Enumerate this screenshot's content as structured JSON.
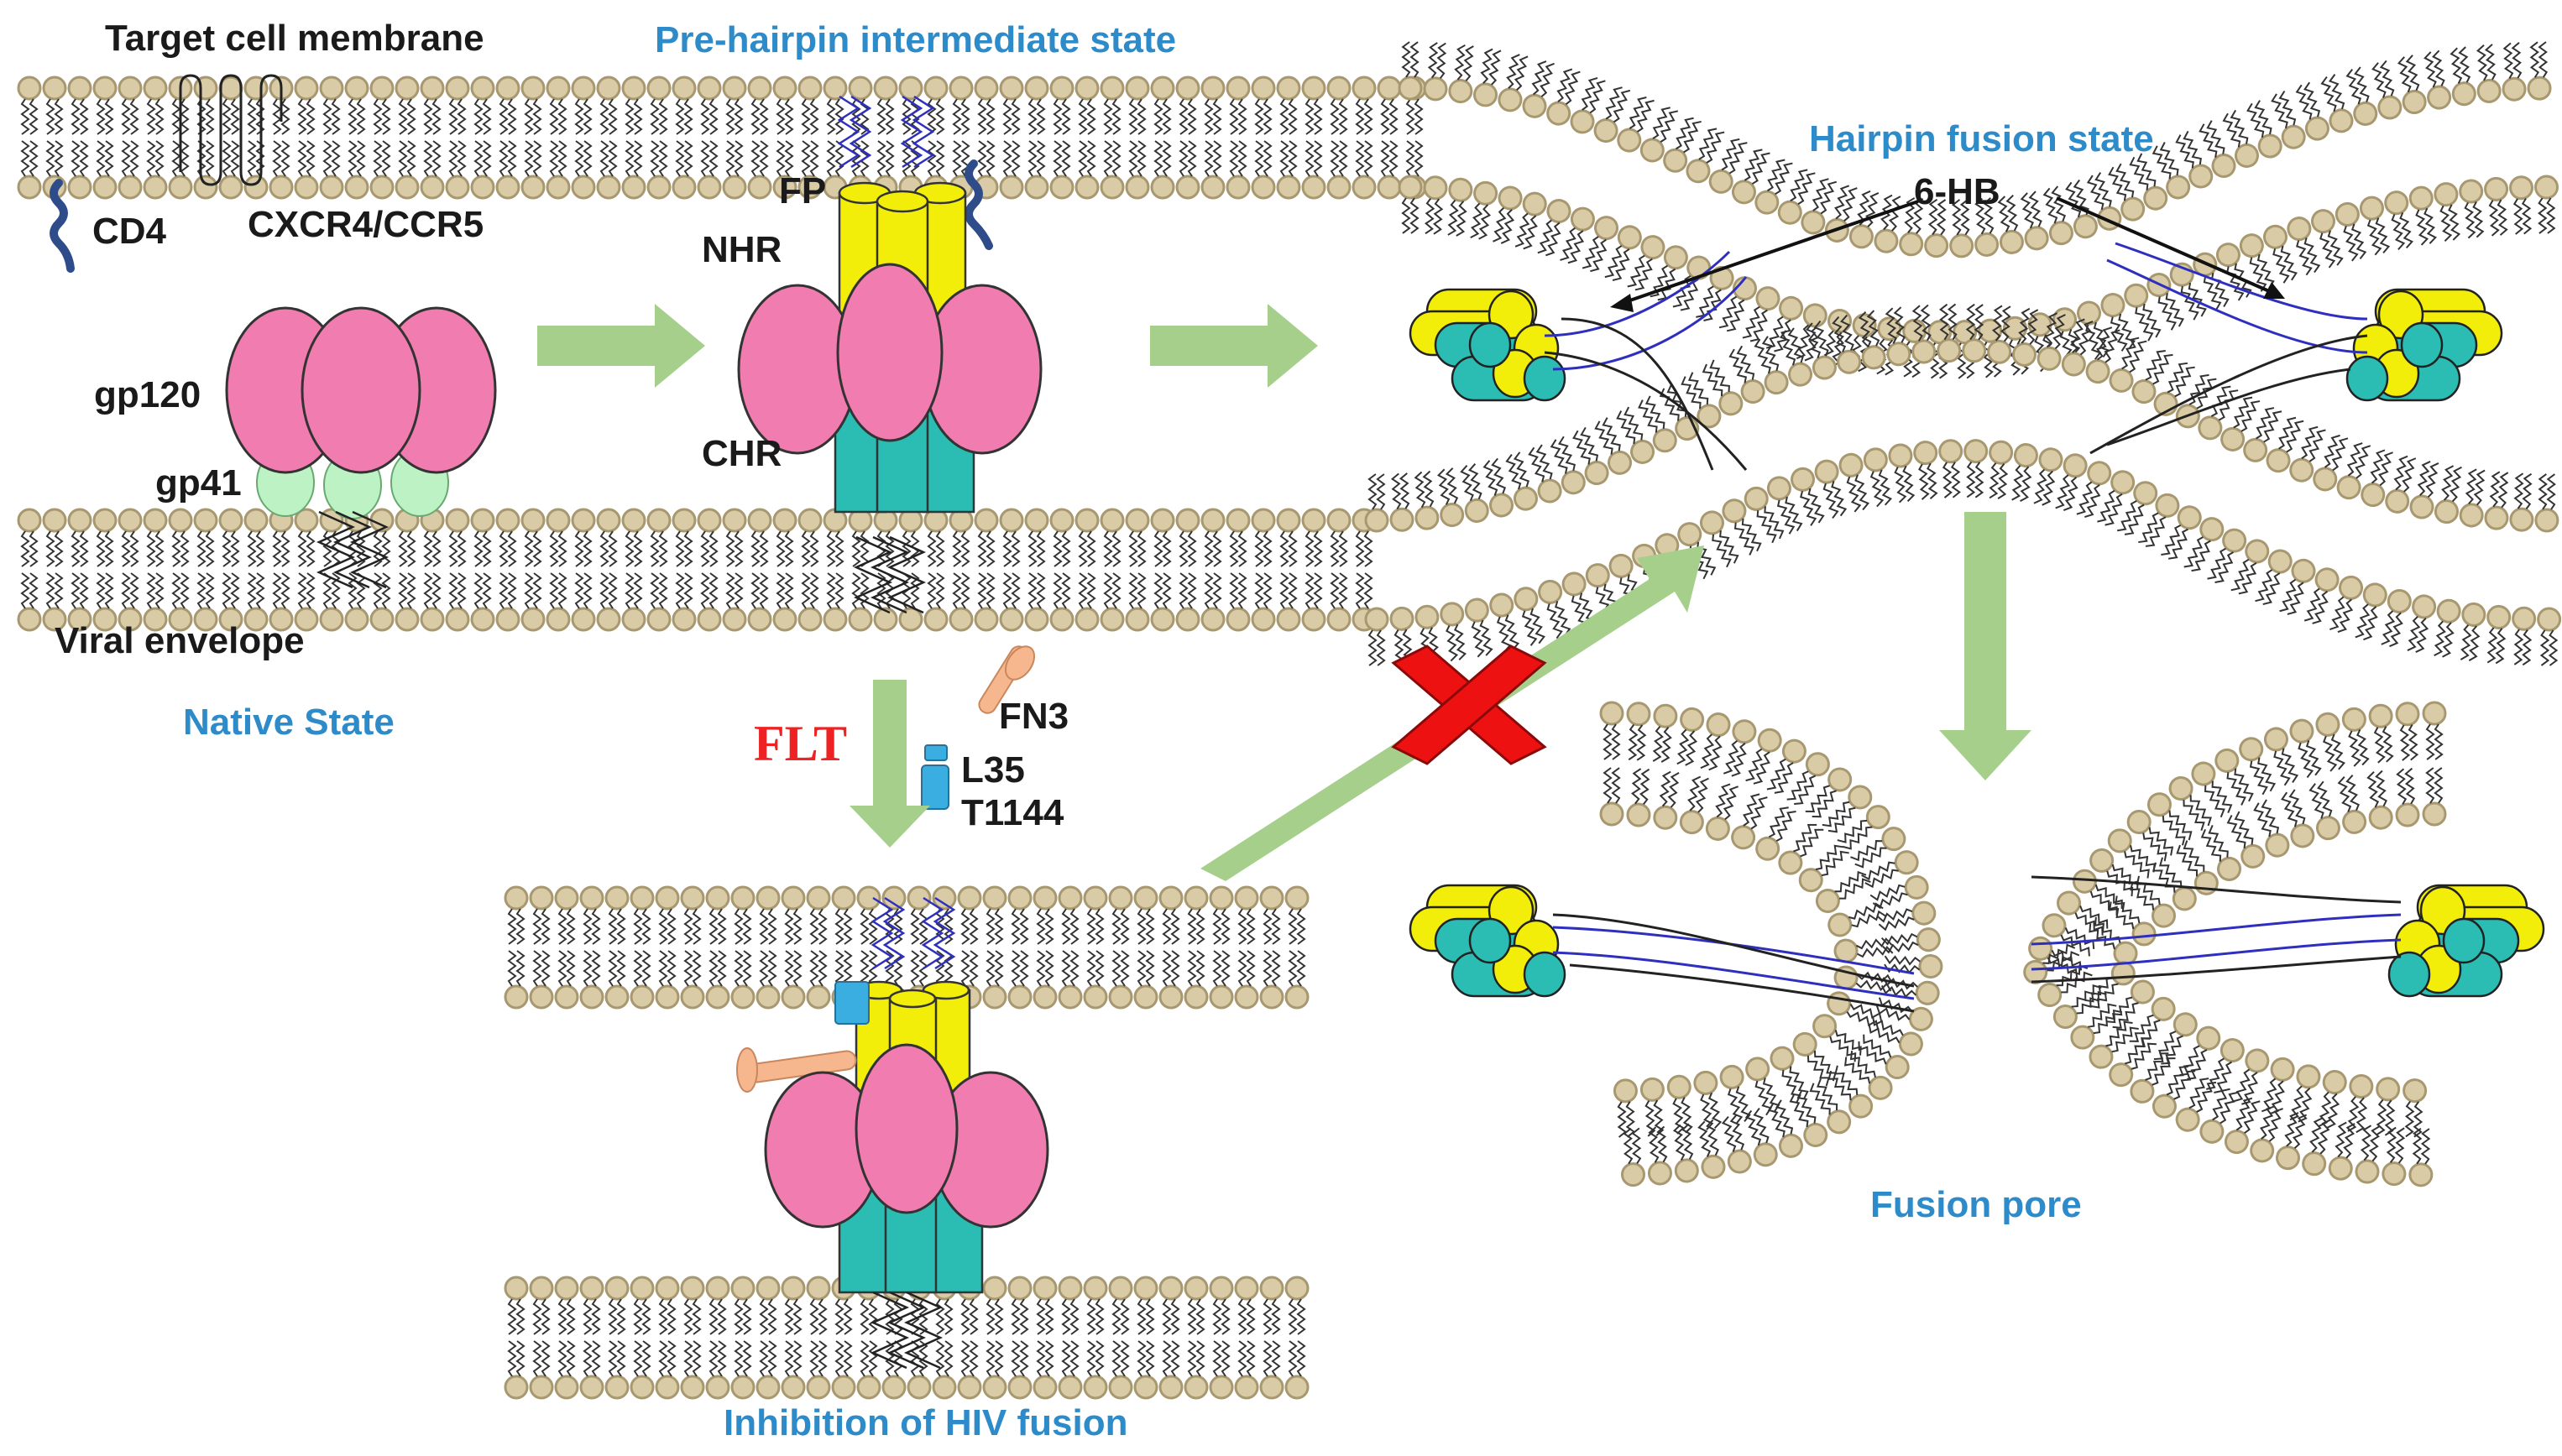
{
  "labels": {
    "target_membrane": "Target cell membrane",
    "cd4": "CD4",
    "coreceptor": "CXCR4/CCR5",
    "gp120": "gp120",
    "gp41": "gp41",
    "viral_envelope": "Viral envelope",
    "native_state": "Native State",
    "prehairpin_state": "Pre-hairpin intermediate state",
    "fp": "FP",
    "nhr": "NHR",
    "chr": "CHR",
    "hairpin_state": "Hairpin fusion state",
    "six_hb": "6-HB",
    "flt": "FLT",
    "fn3": "FN3",
    "l35": "L35",
    "t1144": "T1144",
    "inhibition": "Inhibition of HIV fusion",
    "fusion_pore": "Fusion pore"
  },
  "colors": {
    "lipid_head": "#d9cba6",
    "lipid_head_edge": "#a89870",
    "gp120": "#f07cb0",
    "gp41": "#bdf2c4",
    "nhr": "#f2ee0a",
    "chr": "#2bbdb3",
    "arrow": "#a6cf8c",
    "block_x": "#ee1111",
    "fn3": "#f6b78e",
    "l35": "#3aaee0",
    "helix": "#2f2fbf"
  }
}
